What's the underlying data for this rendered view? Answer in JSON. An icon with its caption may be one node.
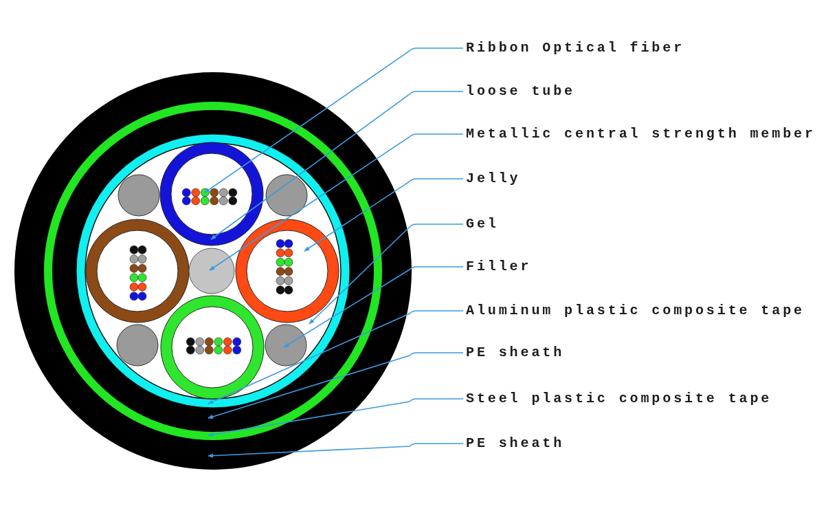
{
  "diagram": {
    "nodes": [
      {
        "text": [
          "Ribbon Optical fiber"
        ]
      },
      {
        "text": [
          "loose tube"
        ]
      },
      {
        "text": [
          "Metallic central strength member"
        ]
      },
      {
        "text": [
          "Jelly"
        ]
      },
      {
        "text": [
          "Gel"
        ]
      },
      {
        "text": [
          "Filler"
        ]
      },
      {
        "text": [
          "Aluminum plastic composite tape"
        ]
      },
      {
        "text": [
          "PE sheath"
        ]
      },
      {
        "text": [
          "Steel plastic composite tape"
        ]
      },
      {
        "text": [
          "PE sheath"
        ]
      }
    ],
    "edges": [
      {
        "from": 0,
        "to": null,
        "arrow": "to"
      },
      {
        "from": 1,
        "to": null,
        "arrow": "to"
      },
      {
        "from": 2,
        "to": null,
        "arrow": "to"
      },
      {
        "from": 3,
        "to": null,
        "arrow": "to"
      },
      {
        "from": 4,
        "to": null,
        "arrow": "to"
      },
      {
        "from": 5,
        "to": null,
        "arrow": "to"
      },
      {
        "from": 6,
        "to": null,
        "arrow": "to"
      },
      {
        "from": 7,
        "to": null,
        "arrow": "to"
      },
      {
        "from": 8,
        "to": null,
        "arrow": "to"
      },
      {
        "from": 9,
        "to": null,
        "arrow": "to"
      }
    ]
  }
}
